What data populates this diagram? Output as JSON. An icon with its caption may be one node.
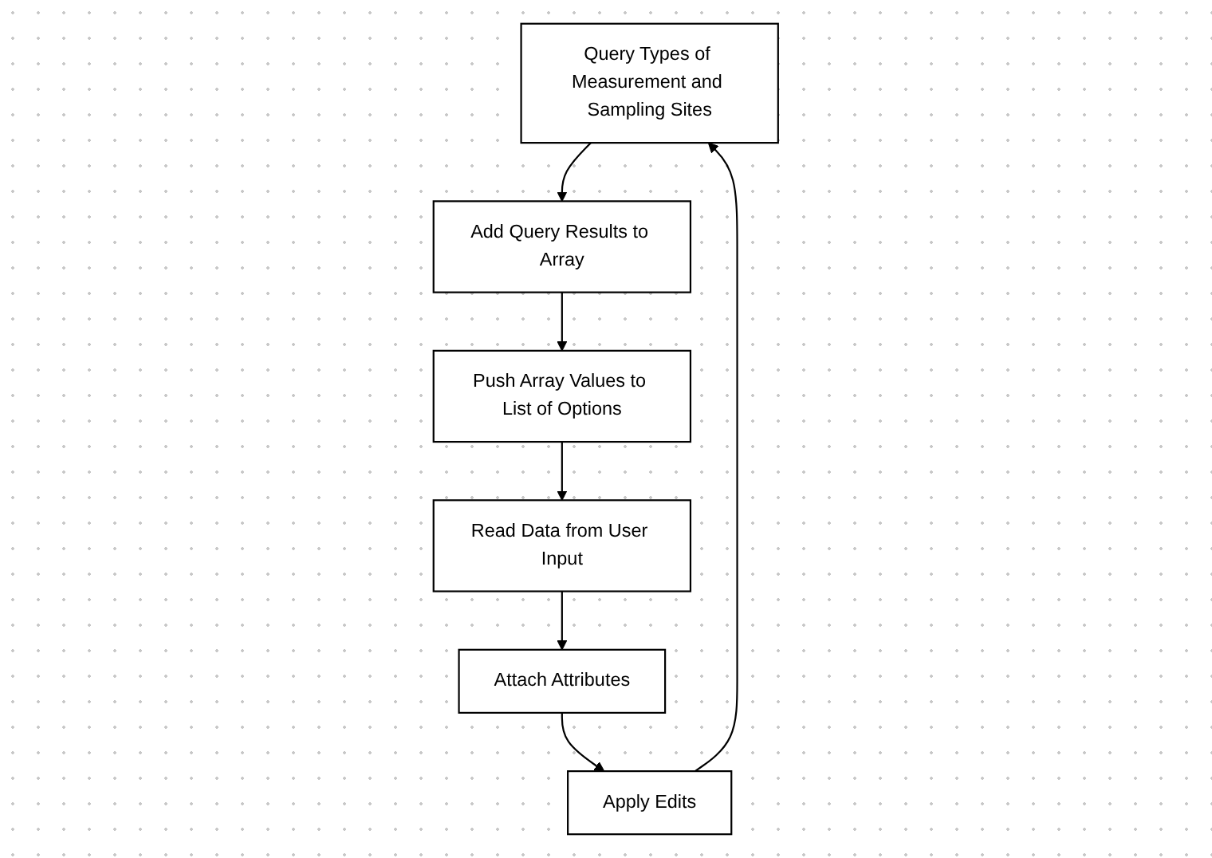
{
  "diagram": {
    "nodes": [
      {
        "text": [
          "Query Types of Measurement and Sampling Sites"
        ]
      },
      {
        "text": [
          "Apply Edits"
        ]
      },
      {
        "text": [
          "Add Query Results to Array"
        ]
      },
      {
        "text": [
          "Attach Attributes"
        ]
      },
      {
        "text": [
          "Push Array Values to List of Options"
        ]
      },
      {
        "text": [
          "Read Data from User Input"
        ]
      }
    ],
    "edges": [
      {
        "from": 1,
        "to": 0,
        "arrow": "to"
      },
      {
        "from": 0,
        "to": 2,
        "arrow": "to"
      },
      {
        "from": 2,
        "to": 4,
        "arrow": "to"
      },
      {
        "from": 4,
        "to": 5,
        "arrow": "to"
      },
      {
        "from": 5,
        "to": 3,
        "arrow": "to"
      },
      {
        "from": 3,
        "to": 1,
        "arrow": "to"
      }
    ]
  }
}
